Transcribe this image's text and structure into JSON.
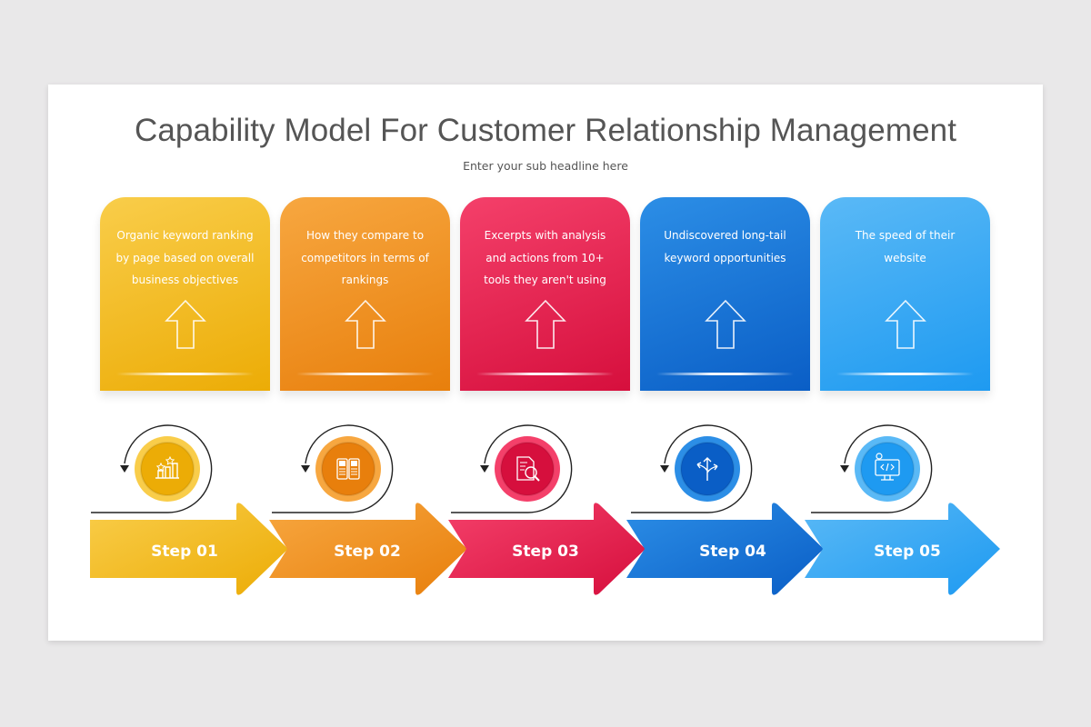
{
  "title": "Capability Model For Customer Relationship Management",
  "subtitle": "Enter your sub headline here",
  "steps": [
    {
      "text": "Organic keyword ranking by page based on overall business objectives",
      "label": "Step 01",
      "icon": "ranking-chart-icon",
      "color_light": "#f9cd4a",
      "color_dark": "#ecac06"
    },
    {
      "text": "How they compare to competitors in terms of rankings",
      "label": "Step 02",
      "icon": "ab-comparison-icon",
      "color_light": "#f7a740",
      "color_dark": "#e87f0c"
    },
    {
      "text": "Excerpts with analysis and actions from 10+ tools they aren't using",
      "label": "Step 03",
      "icon": "document-analysis-icon",
      "color_light": "#f4406a",
      "color_dark": "#d60f3d"
    },
    {
      "text": "Undiscovered long-tail keyword opportunities",
      "label": "Step 04",
      "icon": "direction-arrows-icon",
      "color_light": "#2c8ee6",
      "color_dark": "#0a5ec6"
    },
    {
      "text": "The speed of their website",
      "label": "Step 05",
      "icon": "computer-code-icon",
      "color_light": "#5ab9f6",
      "color_dark": "#1e9af1"
    }
  ]
}
